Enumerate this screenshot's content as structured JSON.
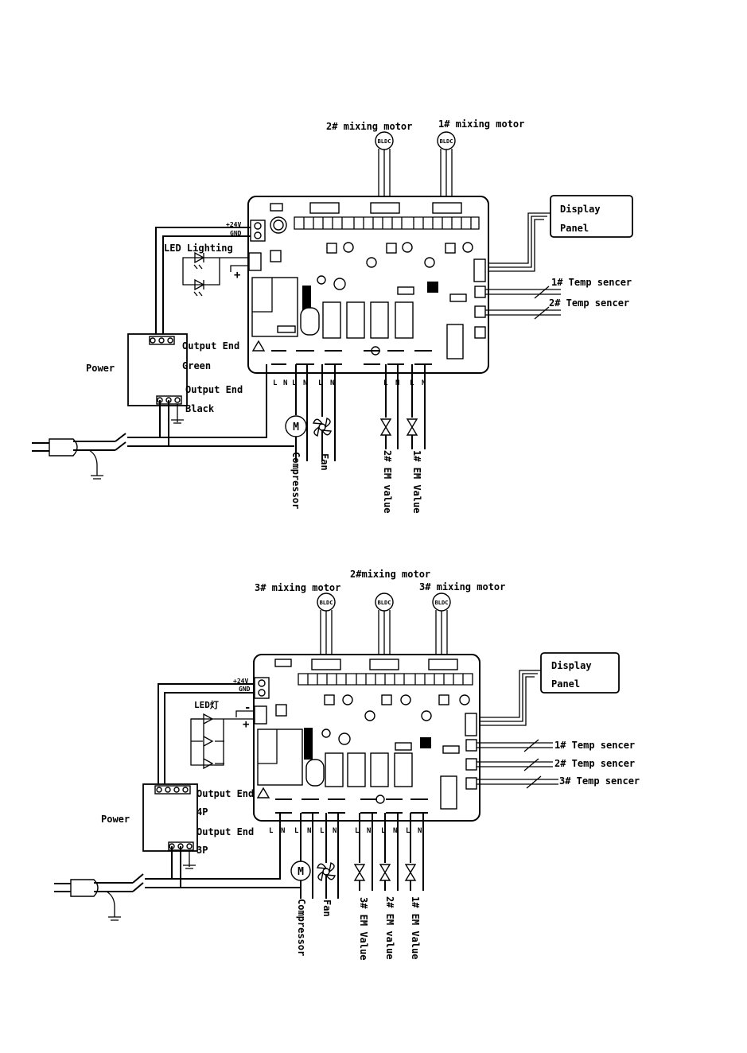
{
  "diagram1": {
    "motor_2_label": "2# mixing motor",
    "motor_1_label": "1# mixing motor",
    "bldc": "BLDC",
    "display_line1": "Display",
    "display_line2": "Panel",
    "plus24v": "+24V",
    "gnd": "GND",
    "led_label": "LED Lighting",
    "plus": "+",
    "temp1": "1# Temp sencer",
    "temp2": "2# Temp sencer",
    "power": "Power",
    "output_end_1": "Output End",
    "green": "Green",
    "output_end_2": "Output End",
    "black": "Black",
    "L": "L",
    "N": "N",
    "motor_symbol": "M",
    "compressor": "Compressor",
    "fan": "Fan",
    "valve2": "2# EM value",
    "valve1": "1# EM Value"
  },
  "diagram2": {
    "motor_2_label": "2#mixing motor",
    "motor_3_left_label": "3# mixing motor",
    "motor_3_right_label": "3# mixing motor",
    "bldc": "BLDC",
    "display_line1": "Display",
    "display_line2": "Panel",
    "plus24v": "+24V",
    "gnd": "GND",
    "led_label": "LED灯",
    "minus": "-",
    "plus": "+",
    "temp1": "1# Temp sencer",
    "temp2": "2# Temp sencer",
    "temp3": "3# Temp sencer",
    "power": "Power",
    "output_end_1": "Output End",
    "p4": "4P",
    "output_end_2": "Output End",
    "p3": "3P",
    "L": "L",
    "N": "N",
    "motor_symbol": "M",
    "compressor": "Compressor",
    "fan": "Fan",
    "valve3": "3# EM Value",
    "valve2": "2# EM value",
    "valve1": "1# EM Value"
  }
}
